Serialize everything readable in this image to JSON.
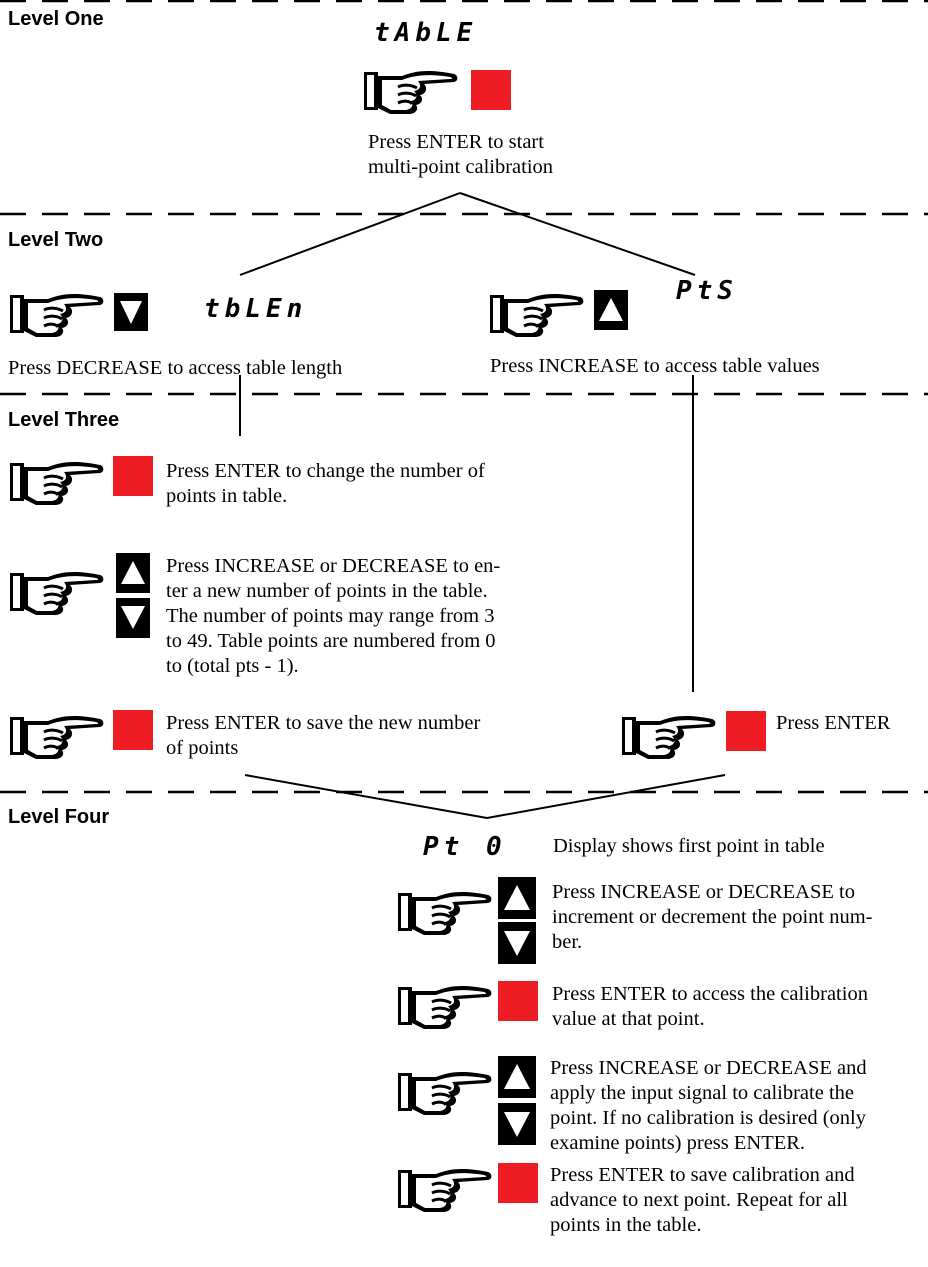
{
  "levels": {
    "one": "Level One",
    "two": "Level Two",
    "three": "Level Three",
    "four": "Level Four"
  },
  "displays": {
    "table": "tAbLE",
    "tblen": "tbLEn",
    "pts": "PtS",
    "pt": "Pt",
    "pt_zero": "0"
  },
  "text": {
    "l1_enter_1": "Press ENTER to start",
    "l1_enter_2": "multi-point calibration",
    "l2_decrease": "Press DECREASE to access table length",
    "l2_increase": "Press INCREASE to access table values",
    "l3_enter_1": "Press ENTER to change the number of",
    "l3_enter_2": "points in table.",
    "l3_incdec_1": "Press INCREASE or DECREASE to en-",
    "l3_incdec_2": "ter a new number of points in the table.",
    "l3_incdec_3": "The number of points may range from 3",
    "l3_incdec_4": "to 49. Table points are numbered from 0",
    "l3_incdec_5": "to (total pts - 1).",
    "l3_save_1": "Press ENTER to save the new number",
    "l3_save_2": "of points",
    "l3_right_enter": "Press ENTER",
    "l4_display": "Display shows first point in table",
    "l4_a_1": "Press  INCREASE or DECREASE to",
    "l4_a_2": "increment or decrement the point num-",
    "l4_a_3": "ber.",
    "l4_b_1": "Press ENTER to access the calibration",
    "l4_b_2": "value at that point.",
    "l4_c_1": "Press INCREASE or DECREASE  and",
    "l4_c_2": "apply  the input signal to calibrate the",
    "l4_c_3": "point. If no calibration is desired (only",
    "l4_c_4": "examine points) press ENTER.",
    "l4_d_1": "Press  ENTER to save calibration and",
    "l4_d_2": "advance  to next point. Repeat for all",
    "l4_d_3": "points in the table."
  },
  "icons": {
    "hand": "pointing-hand-icon",
    "enter": "enter-key-icon",
    "up": "increase-key-icon",
    "down": "decrease-key-icon"
  },
  "colors": {
    "enter_key": "#ee1d23",
    "keys": "#000000"
  }
}
